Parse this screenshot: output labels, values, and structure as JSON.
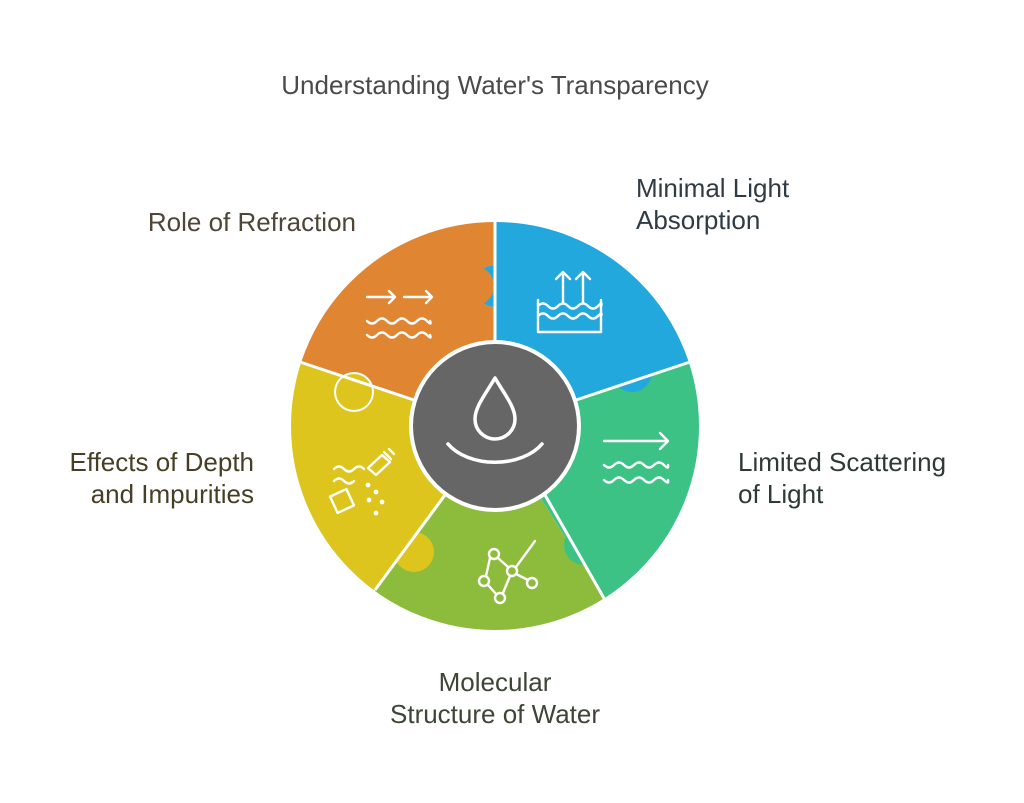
{
  "title": "Understanding Water's Transparency",
  "segments": {
    "absorption": {
      "line1": "Minimal Light",
      "line2": "Absorption",
      "color": "#22a8dc",
      "icon": "water-arrows-up-icon"
    },
    "scattering": {
      "line1": "Limited Scattering",
      "line2": "of Light",
      "color": "#3cc284",
      "icon": "water-arrow-right-icon"
    },
    "molecular": {
      "line1": "Molecular",
      "line2": "Structure of Water",
      "color": "#8dbb3c",
      "icon": "molecule-icon"
    },
    "depth": {
      "line1": "Effects of Depth",
      "line2": "and Impurities",
      "color": "#ddc51d",
      "icon": "impurities-icon"
    },
    "refraction": {
      "line1": "Role of Refraction",
      "color": "#e08532",
      "icon": "water-double-arrow-icon"
    }
  },
  "center": {
    "color": "#666666",
    "icon": "water-drop-icon"
  }
}
